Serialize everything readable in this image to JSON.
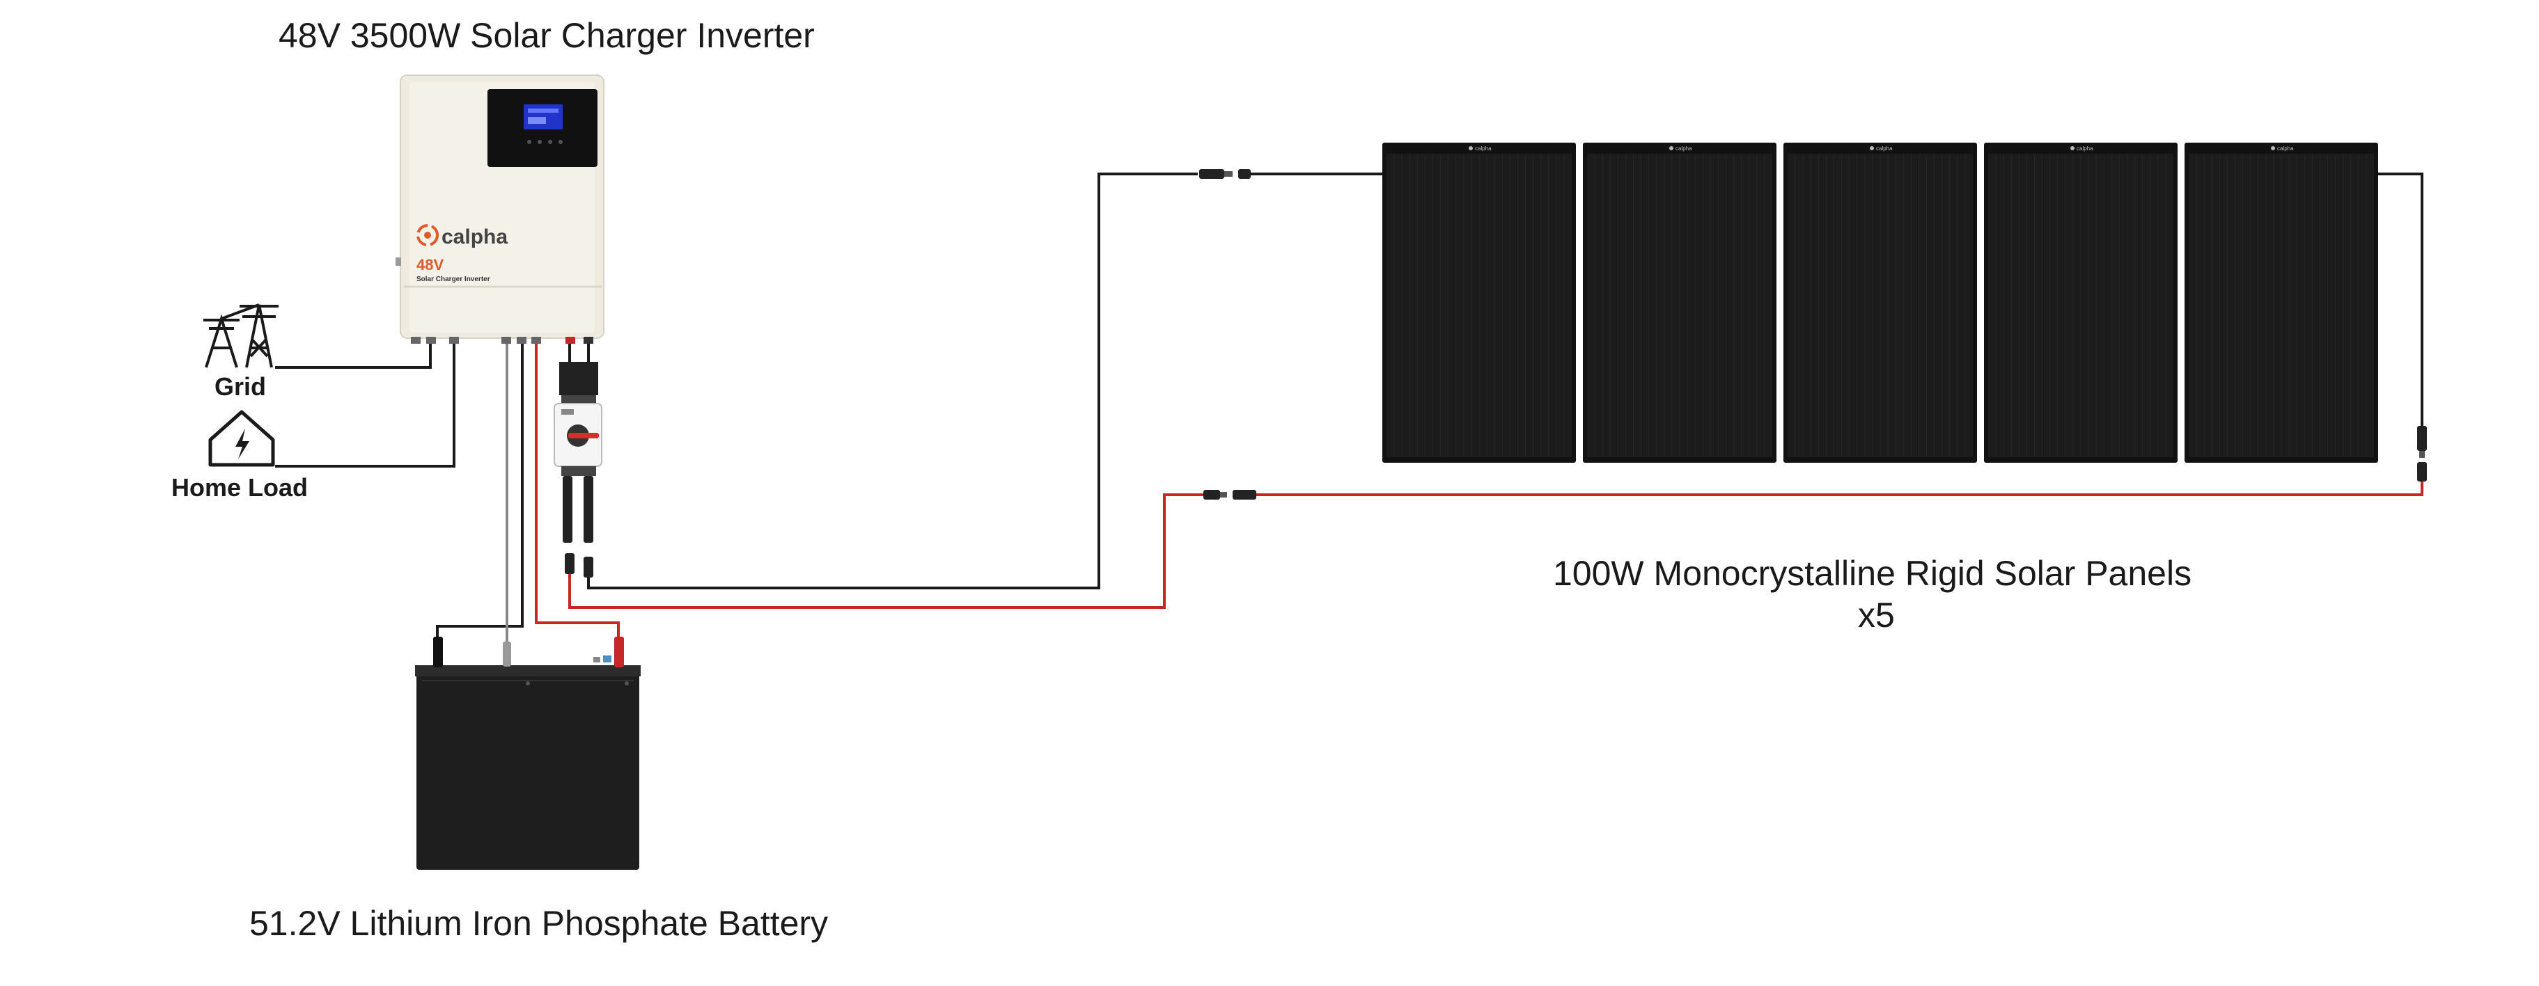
{
  "titles": {
    "inverter": "48V 3500W Solar Charger Inverter",
    "battery": "51.2V Lithium Iron Phosphate Battery",
    "panels_line1": "100W Monocrystalline Rigid Solar Panels",
    "panels_line2": "x5"
  },
  "labels": {
    "grid": "Grid",
    "home_load": "Home Load"
  },
  "inverter": {
    "brand": "calpha",
    "voltage": "48V",
    "model": "Solar Charger Inverter"
  },
  "panels": {
    "count": 5,
    "brand": "calpha"
  },
  "colors": {
    "positive_wire": "#c62828",
    "negative_wire": "#1a1a1a",
    "panel": "#1c1c1c",
    "inverter_body": "#efebe1",
    "inverter_brand": "#e05a2b",
    "lcd": "#2233cc",
    "battery": "#1e1e1e"
  }
}
